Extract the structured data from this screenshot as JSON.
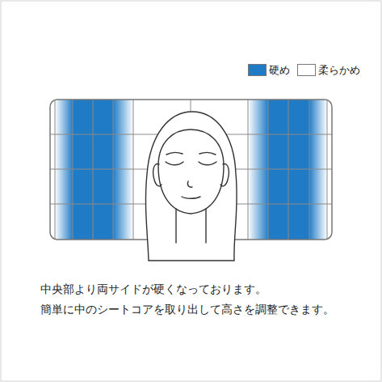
{
  "diagram": {
    "labels": [
      "中央部より両サイドが硬くなっております。",
      "簡単に中のシートコアを取り出して高さを調整できます。"
    ],
    "legend": [
      {
        "text": "硬め",
        "color": "#1f7bc6"
      },
      {
        "text": "柔らかめ",
        "color": "#ffffff"
      }
    ]
  }
}
